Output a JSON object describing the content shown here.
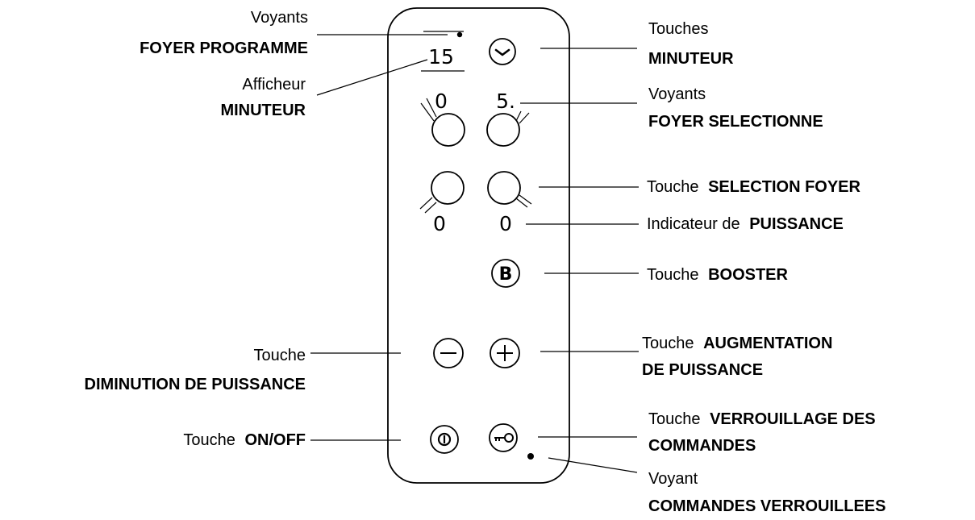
{
  "labels": {
    "voyants_foyer_programme": {
      "line1": "Voyants",
      "line2": "FOYER PROGRAMME"
    },
    "afficheur_minuteur": {
      "line1": "Afficheur",
      "line2": "MINUTEUR"
    },
    "touches_minuteur": {
      "line1": "Touches",
      "line2": "MINUTEUR"
    },
    "voyants_foyer_selectionne": {
      "line1": "Voyants",
      "line2": "FOYER SELECTIONNE"
    },
    "touche_selection_foyer": {
      "light": "Touche",
      "bold": "SELECTION FOYER"
    },
    "indicateur_puissance": {
      "light": "Indicateur de",
      "bold": "PUISSANCE"
    },
    "touche_booster": {
      "light": "Touche",
      "bold": "BOOSTER"
    },
    "touche_diminution": {
      "line1": "Touche",
      "line2": "DIMINUTION DE PUISSANCE"
    },
    "touche_augmentation": {
      "light": "Touche",
      "bold": "AUGMENTATION",
      "line2": "DE PUISSANCE"
    },
    "touche_onoff": {
      "light": "Touche",
      "bold": "ON/OFF"
    },
    "touche_verrouillage": {
      "light": "Touche",
      "bold": "VERROUILLAGE DES",
      "line2": "COMMANDES"
    },
    "voyant_commandes_verrouillees": {
      "line1": "Voyant",
      "line2": "COMMANDES VERROUILLEES"
    }
  },
  "panel": {
    "timer_display": "15",
    "zones": {
      "top_left_power": "0",
      "top_right_power": "5.",
      "bottom_left_power": "0",
      "bottom_right_power": "0"
    },
    "booster_glyph": "B",
    "minus_glyph": "−",
    "plus_glyph": "+"
  },
  "icons": {
    "timer": "clock-chevron-icon",
    "booster": "booster-b-icon",
    "minus": "minus-icon",
    "plus": "plus-icon",
    "power": "power-icon",
    "lock": "key-icon"
  }
}
